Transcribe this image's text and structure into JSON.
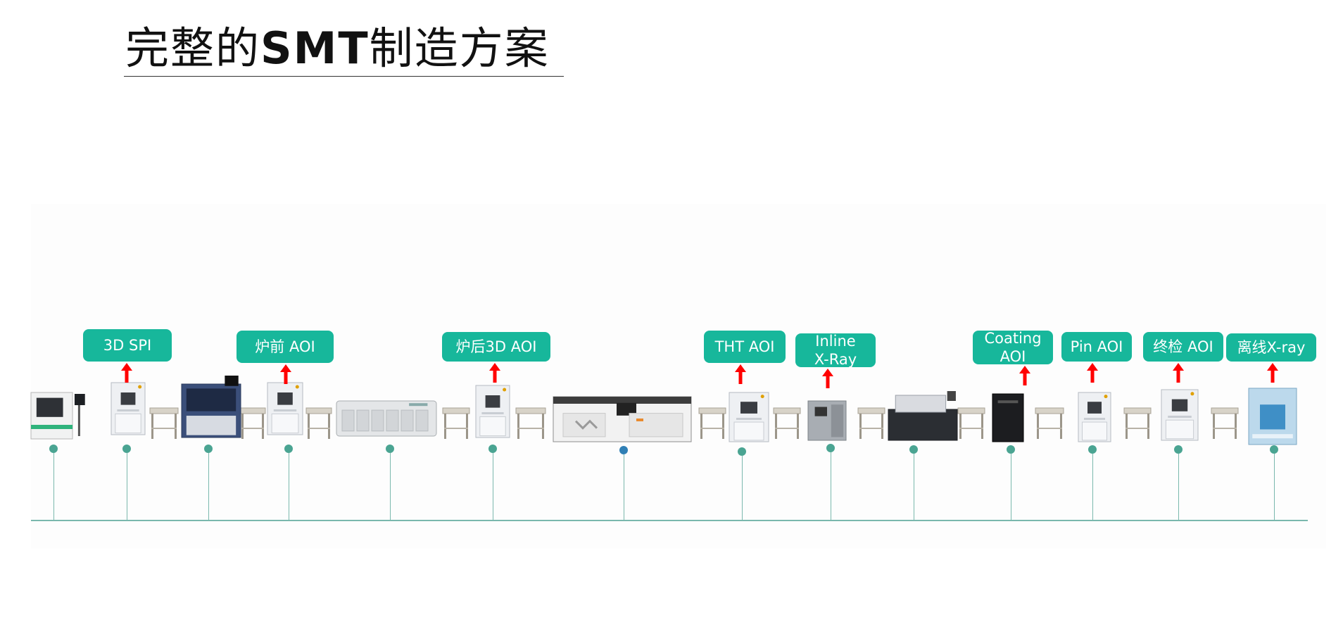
{
  "title": {
    "part1": "完整的",
    "bold": "SMT",
    "part2": "制造方案"
  },
  "stations": [
    {
      "label": "",
      "machine": "stencil-printer"
    },
    {
      "label": "3D SPI",
      "machine": "spi-inspector"
    },
    {
      "label": "",
      "machine": "pick-and-place"
    },
    {
      "label": "炉前 AOI",
      "machine": "aoi-inspector"
    },
    {
      "label": "",
      "machine": "reflow-oven"
    },
    {
      "label": "炉后3D AOI",
      "machine": "aoi-inspector"
    },
    {
      "label": "",
      "machine": "wave-solder"
    },
    {
      "label": "THT AOI",
      "machine": "aoi-inspector"
    },
    {
      "label": "Inline\nX-Ray",
      "machine": "xray-inspector"
    },
    {
      "label": "",
      "machine": "coating-machine"
    },
    {
      "label": "Coating\nAOI",
      "machine": "coating-aoi"
    },
    {
      "label": "Pin AOI",
      "machine": "aoi-inspector"
    },
    {
      "label": "终检 AOI",
      "machine": "aoi-inspector"
    },
    {
      "label": "离线X-ray",
      "machine": "offline-xray"
    }
  ],
  "colors": {
    "label_bg": "#17b79b",
    "arrow": "#ff0000",
    "line": "#7ab8ad",
    "dot": "#4aa492",
    "dot_highlight": "#2f7fb5"
  }
}
